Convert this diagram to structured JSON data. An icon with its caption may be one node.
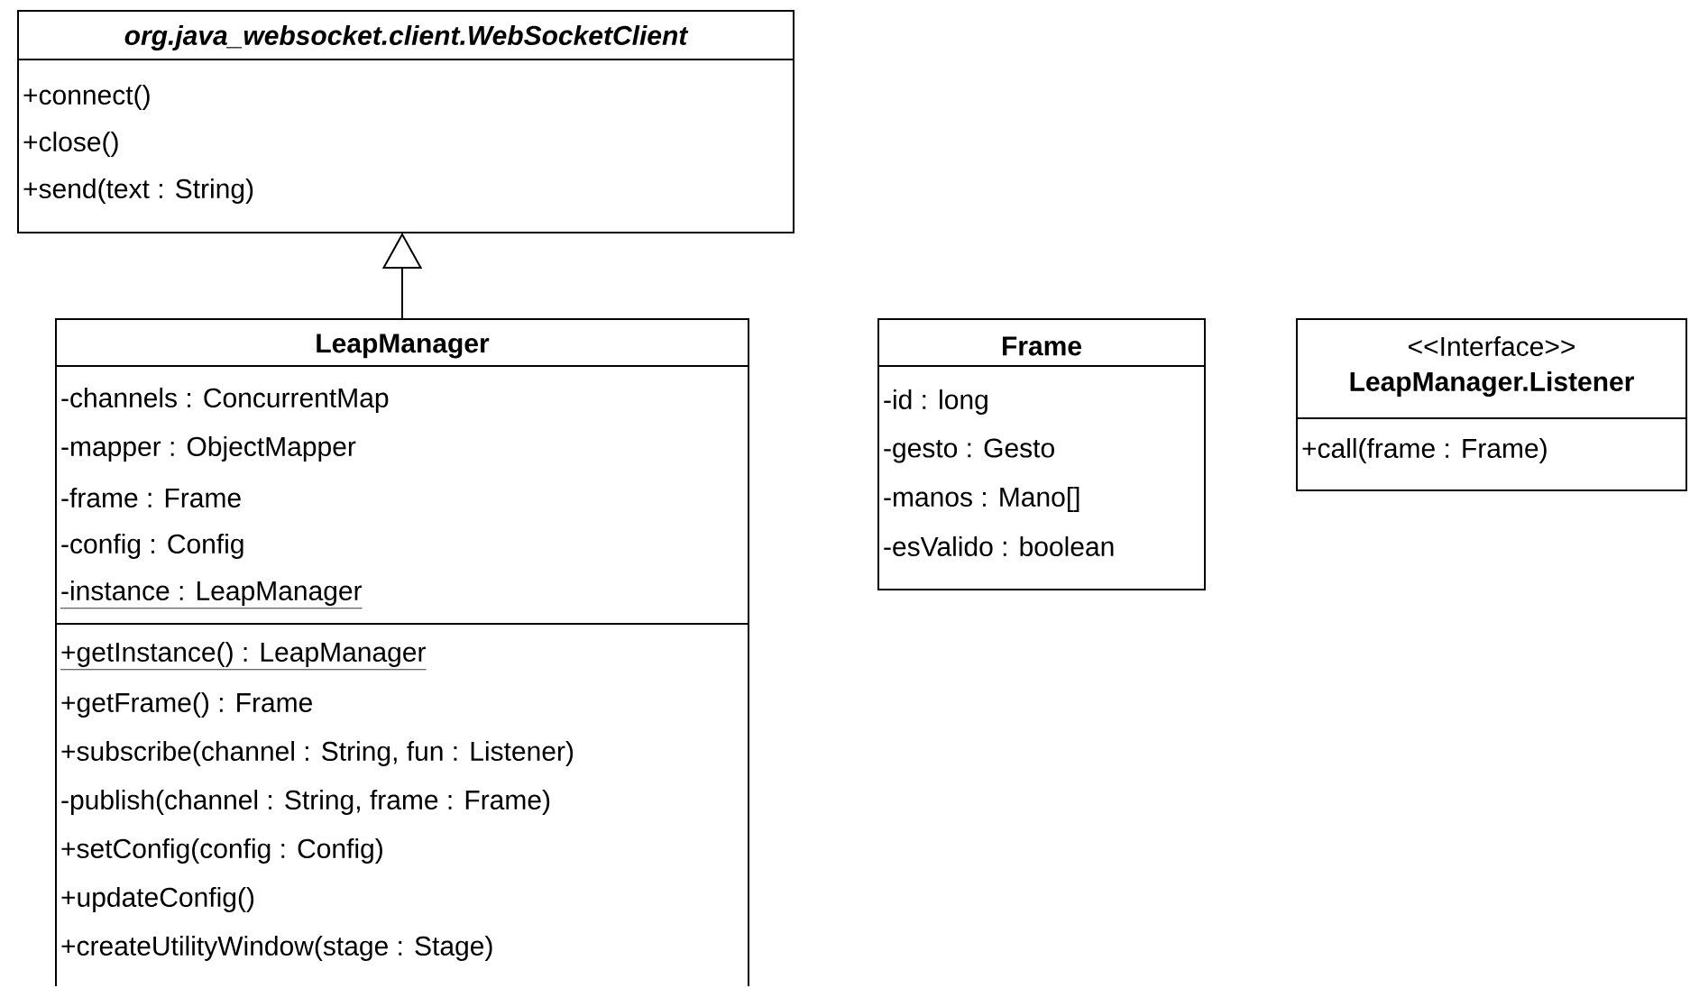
{
  "diagram": {
    "nodes": [
      {
        "text": [
          "org.java_websocket.client.WebSocketClient",
          "+connect()",
          "+close()",
          "+send(text : String)"
        ]
      },
      {
        "text": [
          "LeapManager",
          "-channels : ConcurrentMap",
          "-mapper : ObjectMapper",
          "-frame : Frame",
          "-config : Config",
          "-instance : LeapManager",
          "+getInstance() : LeapManager",
          "+getFrame() : Frame",
          "+subscribe(channel : String, fun : Listener)",
          "-publish(channel : String, frame : Frame)",
          "+setConfig(config : Config)",
          "+updateConfig()",
          "+createUtilityWindow(stage : Stage)"
        ]
      },
      {
        "text": [
          "Frame",
          "-id : long",
          "-gesto : Gesto",
          "-manos : Mano[]",
          "-esValido : boolean"
        ]
      },
      {
        "text": [
          "<<Interface>>",
          "LeapManager.Listener",
          "+call(frame : Frame)"
        ]
      }
    ],
    "edges": [
      {
        "from": 1,
        "to": 0,
        "arrow": "to"
      }
    ]
  }
}
